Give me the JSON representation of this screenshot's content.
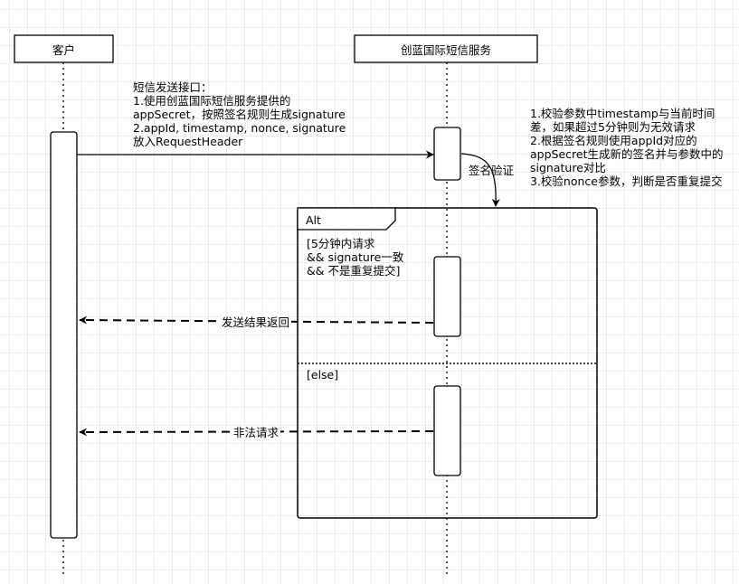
{
  "participants": {
    "client": "客户",
    "service": "创蓝国际短信服务"
  },
  "request_note": {
    "line1": "短信发送接口：",
    "line2": "1.使用创蓝国际短信服务提供的",
    "line3": "appSecret，按照签名规则生成signature",
    "line4": "2.appId, timestamp, nonce, signature",
    "line5": "放入RequestHeader"
  },
  "verify_note": {
    "line1": "1.校验参数中timestamp与当前时间",
    "line2": "差，如果超过5分钟则为无效请求",
    "line3": "2.根据签名规则使用appId对应的",
    "line4": "appSecret生成新的签名并与参数中的",
    "line5": "signature对比",
    "line6": "3.校验nonce参数，判断是否重复提交"
  },
  "self_call": "签名验证",
  "alt": {
    "label": "Alt",
    "guard1_line1": "[5分钟内请求",
    "guard1_line2": "&& signature一致",
    "guard1_line3": "&& 不是重复提交]",
    "guard2": "[else]"
  },
  "returns": {
    "success": "发送结果返回",
    "illegal": "非法请求"
  }
}
